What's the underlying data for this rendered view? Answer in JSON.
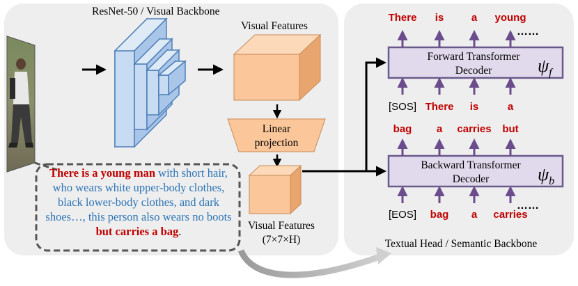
{
  "colors": {
    "panel": "#eeeeee",
    "red_text": "#c00000",
    "blue_text": "#2e75b6",
    "decoder_fill": "#e1d9ec",
    "decoder_border": "#6a5a8c",
    "arrow_purple": "#6b4c8c",
    "backbone_fill": "#c7dcf3",
    "backbone_stroke": "#4f7fb8",
    "feature_fill": "#fbc79a",
    "feature_stroke": "#c98a55"
  },
  "visual_panel": {
    "backbone_label": "ResNet-50 / Visual Backbone",
    "features_label_top": "Visual Features",
    "linear_line1": "Linear",
    "linear_line2": "projection",
    "features_label_bottom_line1": "Visual Features",
    "features_label_bottom_line2": "(7×7×H)",
    "caption": {
      "lead_bold": "There is a young man",
      "body": " with short hair, who wears white upper-body clothes, black lower-body clothes, and dark shoes…, this person also wears no boots ",
      "tail_bold": "but carries a bag",
      "end": "."
    },
    "image_icon": "pedestrian-photo"
  },
  "textual_panel": {
    "footer_label": "Textual Head / Semantic Backbone",
    "forward": {
      "line1": "Forward Transformer",
      "line2": "Decoder",
      "symbol": "ψ",
      "subscript": "f",
      "outputs": [
        "There",
        "is",
        "a",
        "young"
      ],
      "inputs": [
        "[SOS]",
        "There",
        "is",
        "a"
      ],
      "ellipsis": "……"
    },
    "backward": {
      "line1": "Backward Transformer",
      "line2": "Decoder",
      "symbol": "ψ",
      "subscript": "b",
      "outputs": [
        "bag",
        "a",
        "carries",
        "but"
      ],
      "inputs": [
        "[EOS]",
        "bag",
        "a",
        "carries"
      ],
      "ellipsis": "……"
    }
  }
}
